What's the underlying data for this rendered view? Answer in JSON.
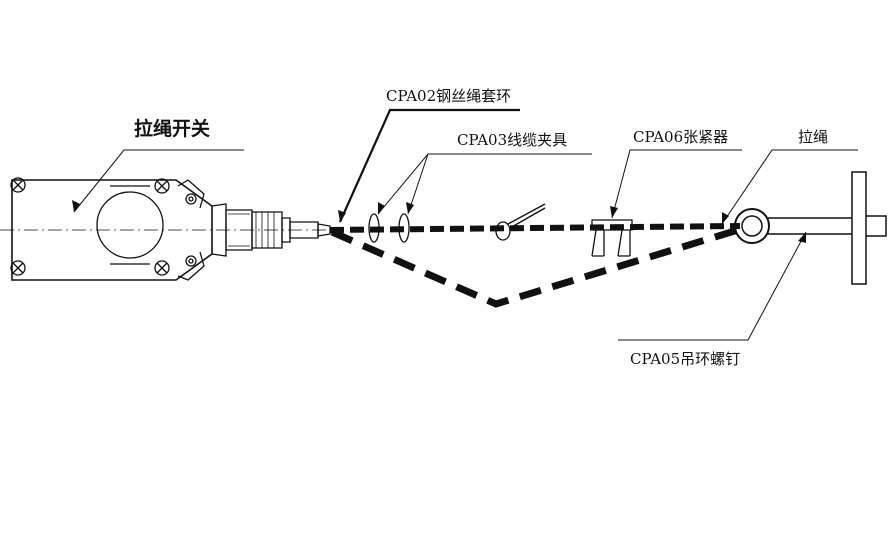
{
  "labels": {
    "switch": "拉绳开关",
    "thimble": "CPA02钢丝绳套环",
    "clamp": "CPA03线缆夹具",
    "tensioner": "CPA06张紧器",
    "rope": "拉绳",
    "eyebolt": "CPA05吊环螺钉"
  },
  "colors": {
    "ink": "#111111",
    "background": "#ffffff"
  }
}
